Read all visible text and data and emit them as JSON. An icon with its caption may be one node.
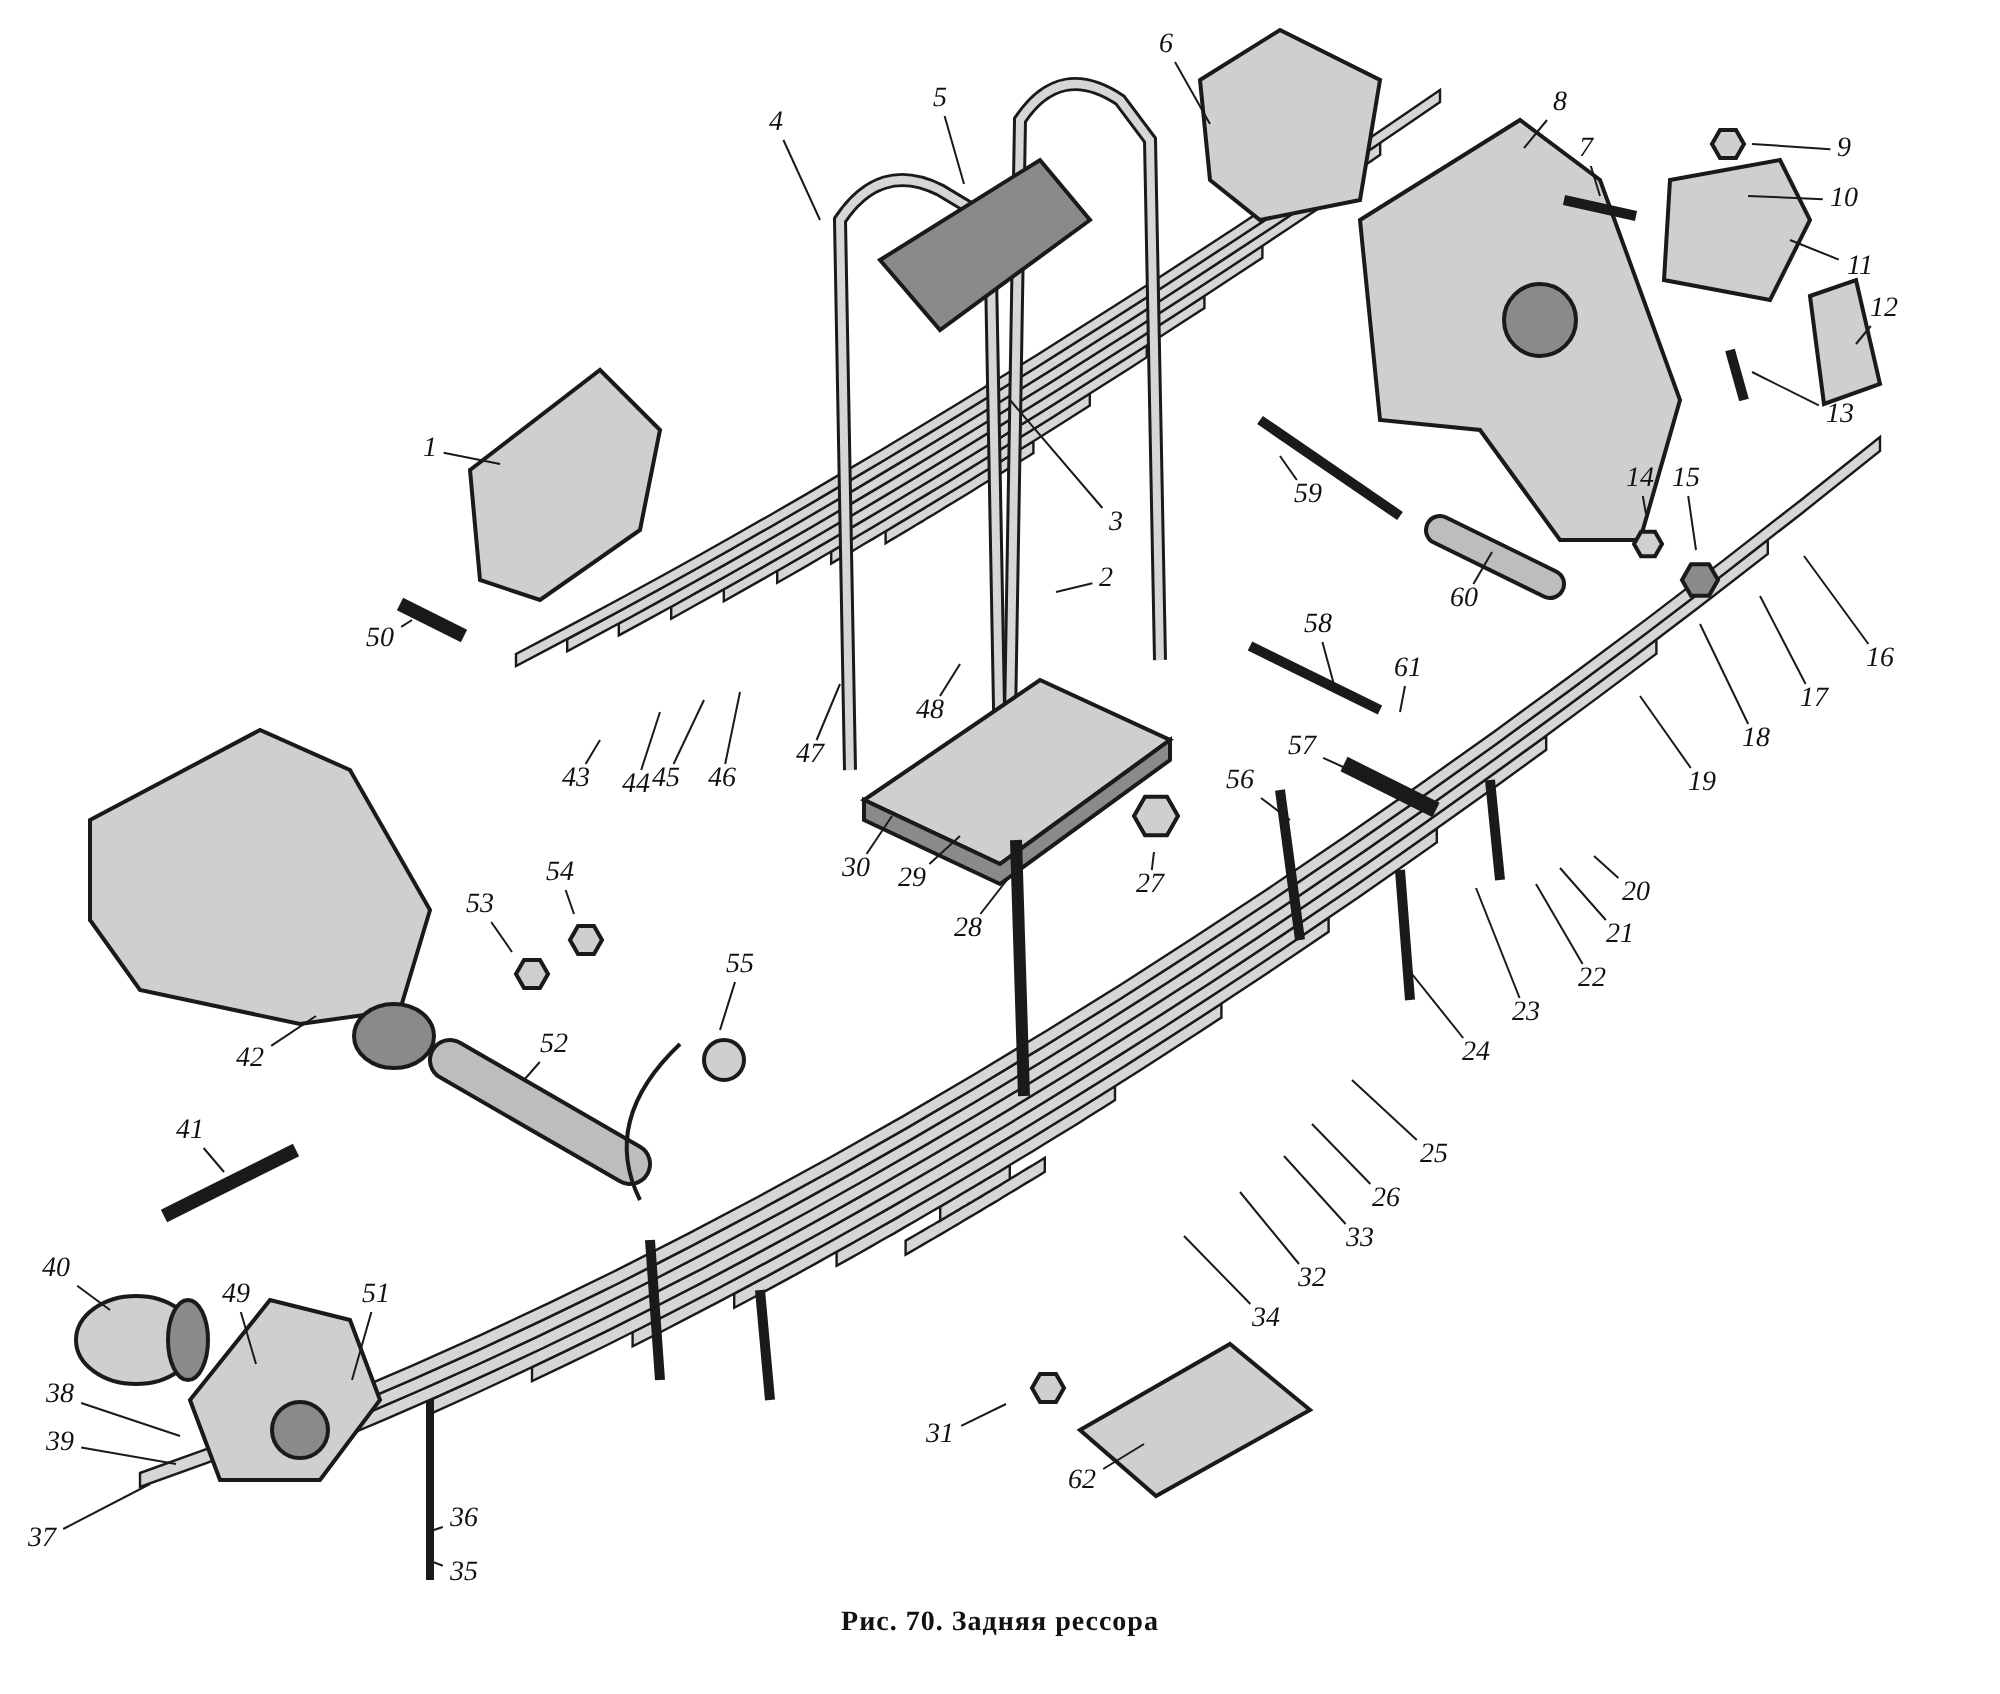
{
  "diagram": {
    "caption": "Рис. 70. Задняя рессора",
    "nodes": [
      {
        "text": [
          "1"
        ]
      },
      {
        "text": [
          "2"
        ]
      },
      {
        "text": [
          "3"
        ]
      },
      {
        "text": [
          "4"
        ]
      },
      {
        "text": [
          "5"
        ]
      },
      {
        "text": [
          "6"
        ]
      },
      {
        "text": [
          "7"
        ]
      },
      {
        "text": [
          "8"
        ]
      },
      {
        "text": [
          "9"
        ]
      },
      {
        "text": [
          "10"
        ]
      },
      {
        "text": [
          "11"
        ]
      },
      {
        "text": [
          "12"
        ]
      },
      {
        "text": [
          "13"
        ]
      },
      {
        "text": [
          "14"
        ]
      },
      {
        "text": [
          "15"
        ]
      },
      {
        "text": [
          "16"
        ]
      },
      {
        "text": [
          "17"
        ]
      },
      {
        "text": [
          "18"
        ]
      },
      {
        "text": [
          "19"
        ]
      },
      {
        "text": [
          "20"
        ]
      },
      {
        "text": [
          "21"
        ]
      },
      {
        "text": [
          "22"
        ]
      },
      {
        "text": [
          "23"
        ]
      },
      {
        "text": [
          "24"
        ]
      },
      {
        "text": [
          "25"
        ]
      },
      {
        "text": [
          "26"
        ]
      },
      {
        "text": [
          "27"
        ]
      },
      {
        "text": [
          "28"
        ]
      },
      {
        "text": [
          "29"
        ]
      },
      {
        "text": [
          "30"
        ]
      },
      {
        "text": [
          "31"
        ]
      },
      {
        "text": [
          "32"
        ]
      },
      {
        "text": [
          "33"
        ]
      },
      {
        "text": [
          "34"
        ]
      },
      {
        "text": [
          "35"
        ]
      },
      {
        "text": [
          "36"
        ]
      },
      {
        "text": [
          "37"
        ]
      },
      {
        "text": [
          "38"
        ]
      },
      {
        "text": [
          "39"
        ]
      },
      {
        "text": [
          "40"
        ]
      },
      {
        "text": [
          "41"
        ]
      },
      {
        "text": [
          "42"
        ]
      },
      {
        "text": [
          "43"
        ]
      },
      {
        "text": [
          "44"
        ]
      },
      {
        "text": [
          "45"
        ]
      },
      {
        "text": [
          "46"
        ]
      },
      {
        "text": [
          "47"
        ]
      },
      {
        "text": [
          "48"
        ]
      },
      {
        "text": [
          "49"
        ]
      },
      {
        "text": [
          "50"
        ]
      },
      {
        "text": [
          "51"
        ]
      },
      {
        "text": [
          "52"
        ]
      },
      {
        "text": [
          "53"
        ]
      },
      {
        "text": [
          "54"
        ]
      },
      {
        "text": [
          "55"
        ]
      },
      {
        "text": [
          "56"
        ]
      },
      {
        "text": [
          "57"
        ]
      },
      {
        "text": [
          "58"
        ]
      },
      {
        "text": [
          "59"
        ]
      },
      {
        "text": [
          "60"
        ]
      },
      {
        "text": [
          "61"
        ]
      },
      {
        "text": [
          "62"
        ]
      }
    ],
    "edges": [
      {
        "from": 0,
        "to": null,
        "arrow": "none"
      },
      {
        "from": 1,
        "to": null,
        "arrow": "none"
      },
      {
        "from": 2,
        "to": null,
        "arrow": "none"
      },
      {
        "from": 3,
        "to": null,
        "arrow": "none"
      },
      {
        "from": 4,
        "to": null,
        "arrow": "none"
      },
      {
        "from": 5,
        "to": null,
        "arrow": "none"
      },
      {
        "from": 6,
        "to": null,
        "arrow": "none"
      },
      {
        "from": 7,
        "to": null,
        "arrow": "none"
      },
      {
        "from": 8,
        "to": null,
        "arrow": "none"
      },
      {
        "from": 9,
        "to": null,
        "arrow": "none"
      },
      {
        "from": 10,
        "to": null,
        "arrow": "none"
      },
      {
        "from": 11,
        "to": null,
        "arrow": "none"
      },
      {
        "from": 12,
        "to": null,
        "arrow": "none"
      },
      {
        "from": 13,
        "to": null,
        "arrow": "none"
      },
      {
        "from": 14,
        "to": null,
        "arrow": "none"
      },
      {
        "from": 15,
        "to": null,
        "arrow": "none"
      },
      {
        "from": 16,
        "to": null,
        "arrow": "none"
      },
      {
        "from": 17,
        "to": null,
        "arrow": "none"
      },
      {
        "from": 18,
        "to": null,
        "arrow": "none"
      },
      {
        "from": 19,
        "to": null,
        "arrow": "none"
      },
      {
        "from": 20,
        "to": null,
        "arrow": "none"
      },
      {
        "from": 21,
        "to": null,
        "arrow": "none"
      },
      {
        "from": 22,
        "to": null,
        "arrow": "none"
      },
      {
        "from": 23,
        "to": null,
        "arrow": "none"
      },
      {
        "from": 24,
        "to": null,
        "arrow": "none"
      },
      {
        "from": 25,
        "to": null,
        "arrow": "none"
      },
      {
        "from": 26,
        "to": null,
        "arrow": "none"
      },
      {
        "from": 27,
        "to": null,
        "arrow": "none"
      },
      {
        "from": 28,
        "to": null,
        "arrow": "none"
      },
      {
        "from": 29,
        "to": null,
        "arrow": "none"
      },
      {
        "from": 30,
        "to": null,
        "arrow": "none"
      },
      {
        "from": 31,
        "to": null,
        "arrow": "none"
      },
      {
        "from": 32,
        "to": null,
        "arrow": "none"
      },
      {
        "from": 33,
        "to": null,
        "arrow": "none"
      },
      {
        "from": 34,
        "to": null,
        "arrow": "none"
      },
      {
        "from": 35,
        "to": null,
        "arrow": "none"
      },
      {
        "from": 36,
        "to": null,
        "arrow": "none"
      },
      {
        "from": 37,
        "to": null,
        "arrow": "none"
      },
      {
        "from": 38,
        "to": null,
        "arrow": "none"
      },
      {
        "from": 39,
        "to": null,
        "arrow": "none"
      },
      {
        "from": 40,
        "to": null,
        "arrow": "none"
      },
      {
        "from": 41,
        "to": null,
        "arrow": "none"
      },
      {
        "from": 42,
        "to": null,
        "arrow": "none"
      },
      {
        "from": 43,
        "to": null,
        "arrow": "none"
      },
      {
        "from": 44,
        "to": null,
        "arrow": "none"
      },
      {
        "from": 45,
        "to": null,
        "arrow": "none"
      },
      {
        "from": 46,
        "to": null,
        "arrow": "none"
      },
      {
        "from": 47,
        "to": null,
        "arrow": "none"
      },
      {
        "from": 48,
        "to": null,
        "arrow": "none"
      },
      {
        "from": 49,
        "to": null,
        "arrow": "none"
      },
      {
        "from": 50,
        "to": null,
        "arrow": "none"
      },
      {
        "from": 51,
        "to": null,
        "arrow": "none"
      },
      {
        "from": 52,
        "to": null,
        "arrow": "none"
      },
      {
        "from": 53,
        "to": null,
        "arrow": "none"
      },
      {
        "from": 54,
        "to": null,
        "arrow": "none"
      },
      {
        "from": 55,
        "to": null,
        "arrow": "none"
      },
      {
        "from": 56,
        "to": null,
        "arrow": "none"
      },
      {
        "from": 57,
        "to": null,
        "arrow": "none"
      },
      {
        "from": 58,
        "to": null,
        "arrow": "none"
      },
      {
        "from": 59,
        "to": null,
        "arrow": "none"
      },
      {
        "from": 60,
        "to": null,
        "arrow": "none"
      },
      {
        "from": 61,
        "to": null,
        "arrow": "none"
      }
    ]
  }
}
